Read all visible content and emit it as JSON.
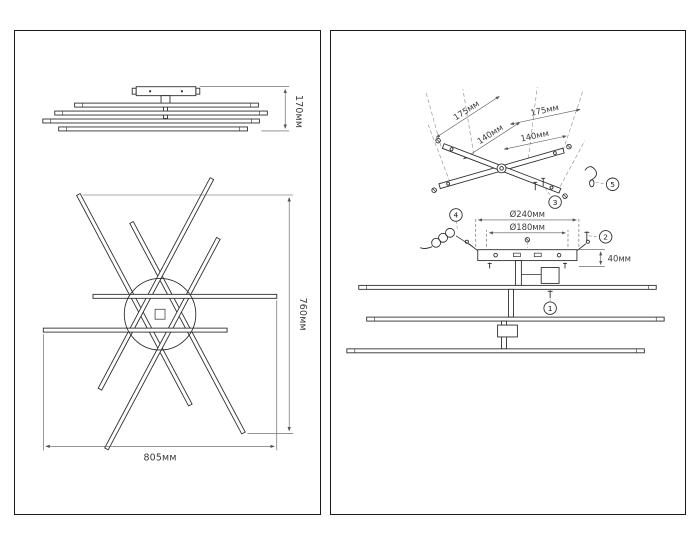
{
  "panels": {
    "left": {
      "dims": {
        "height_side": "170мм",
        "height_star": "760мм",
        "width_star": "805мм"
      }
    },
    "right": {
      "dims": {
        "arm_a_outer": "175мм",
        "arm_b_outer": "175мм",
        "arm_a_inner": "140мм",
        "arm_b_inner": "140мм",
        "plate_outer": "Ø240мм",
        "plate_inner": "Ø180мм",
        "plate_height": "40мм"
      },
      "callouts": {
        "c1": "1",
        "c2": "2",
        "c3": "3",
        "c4": "4",
        "c5": "5"
      }
    }
  }
}
